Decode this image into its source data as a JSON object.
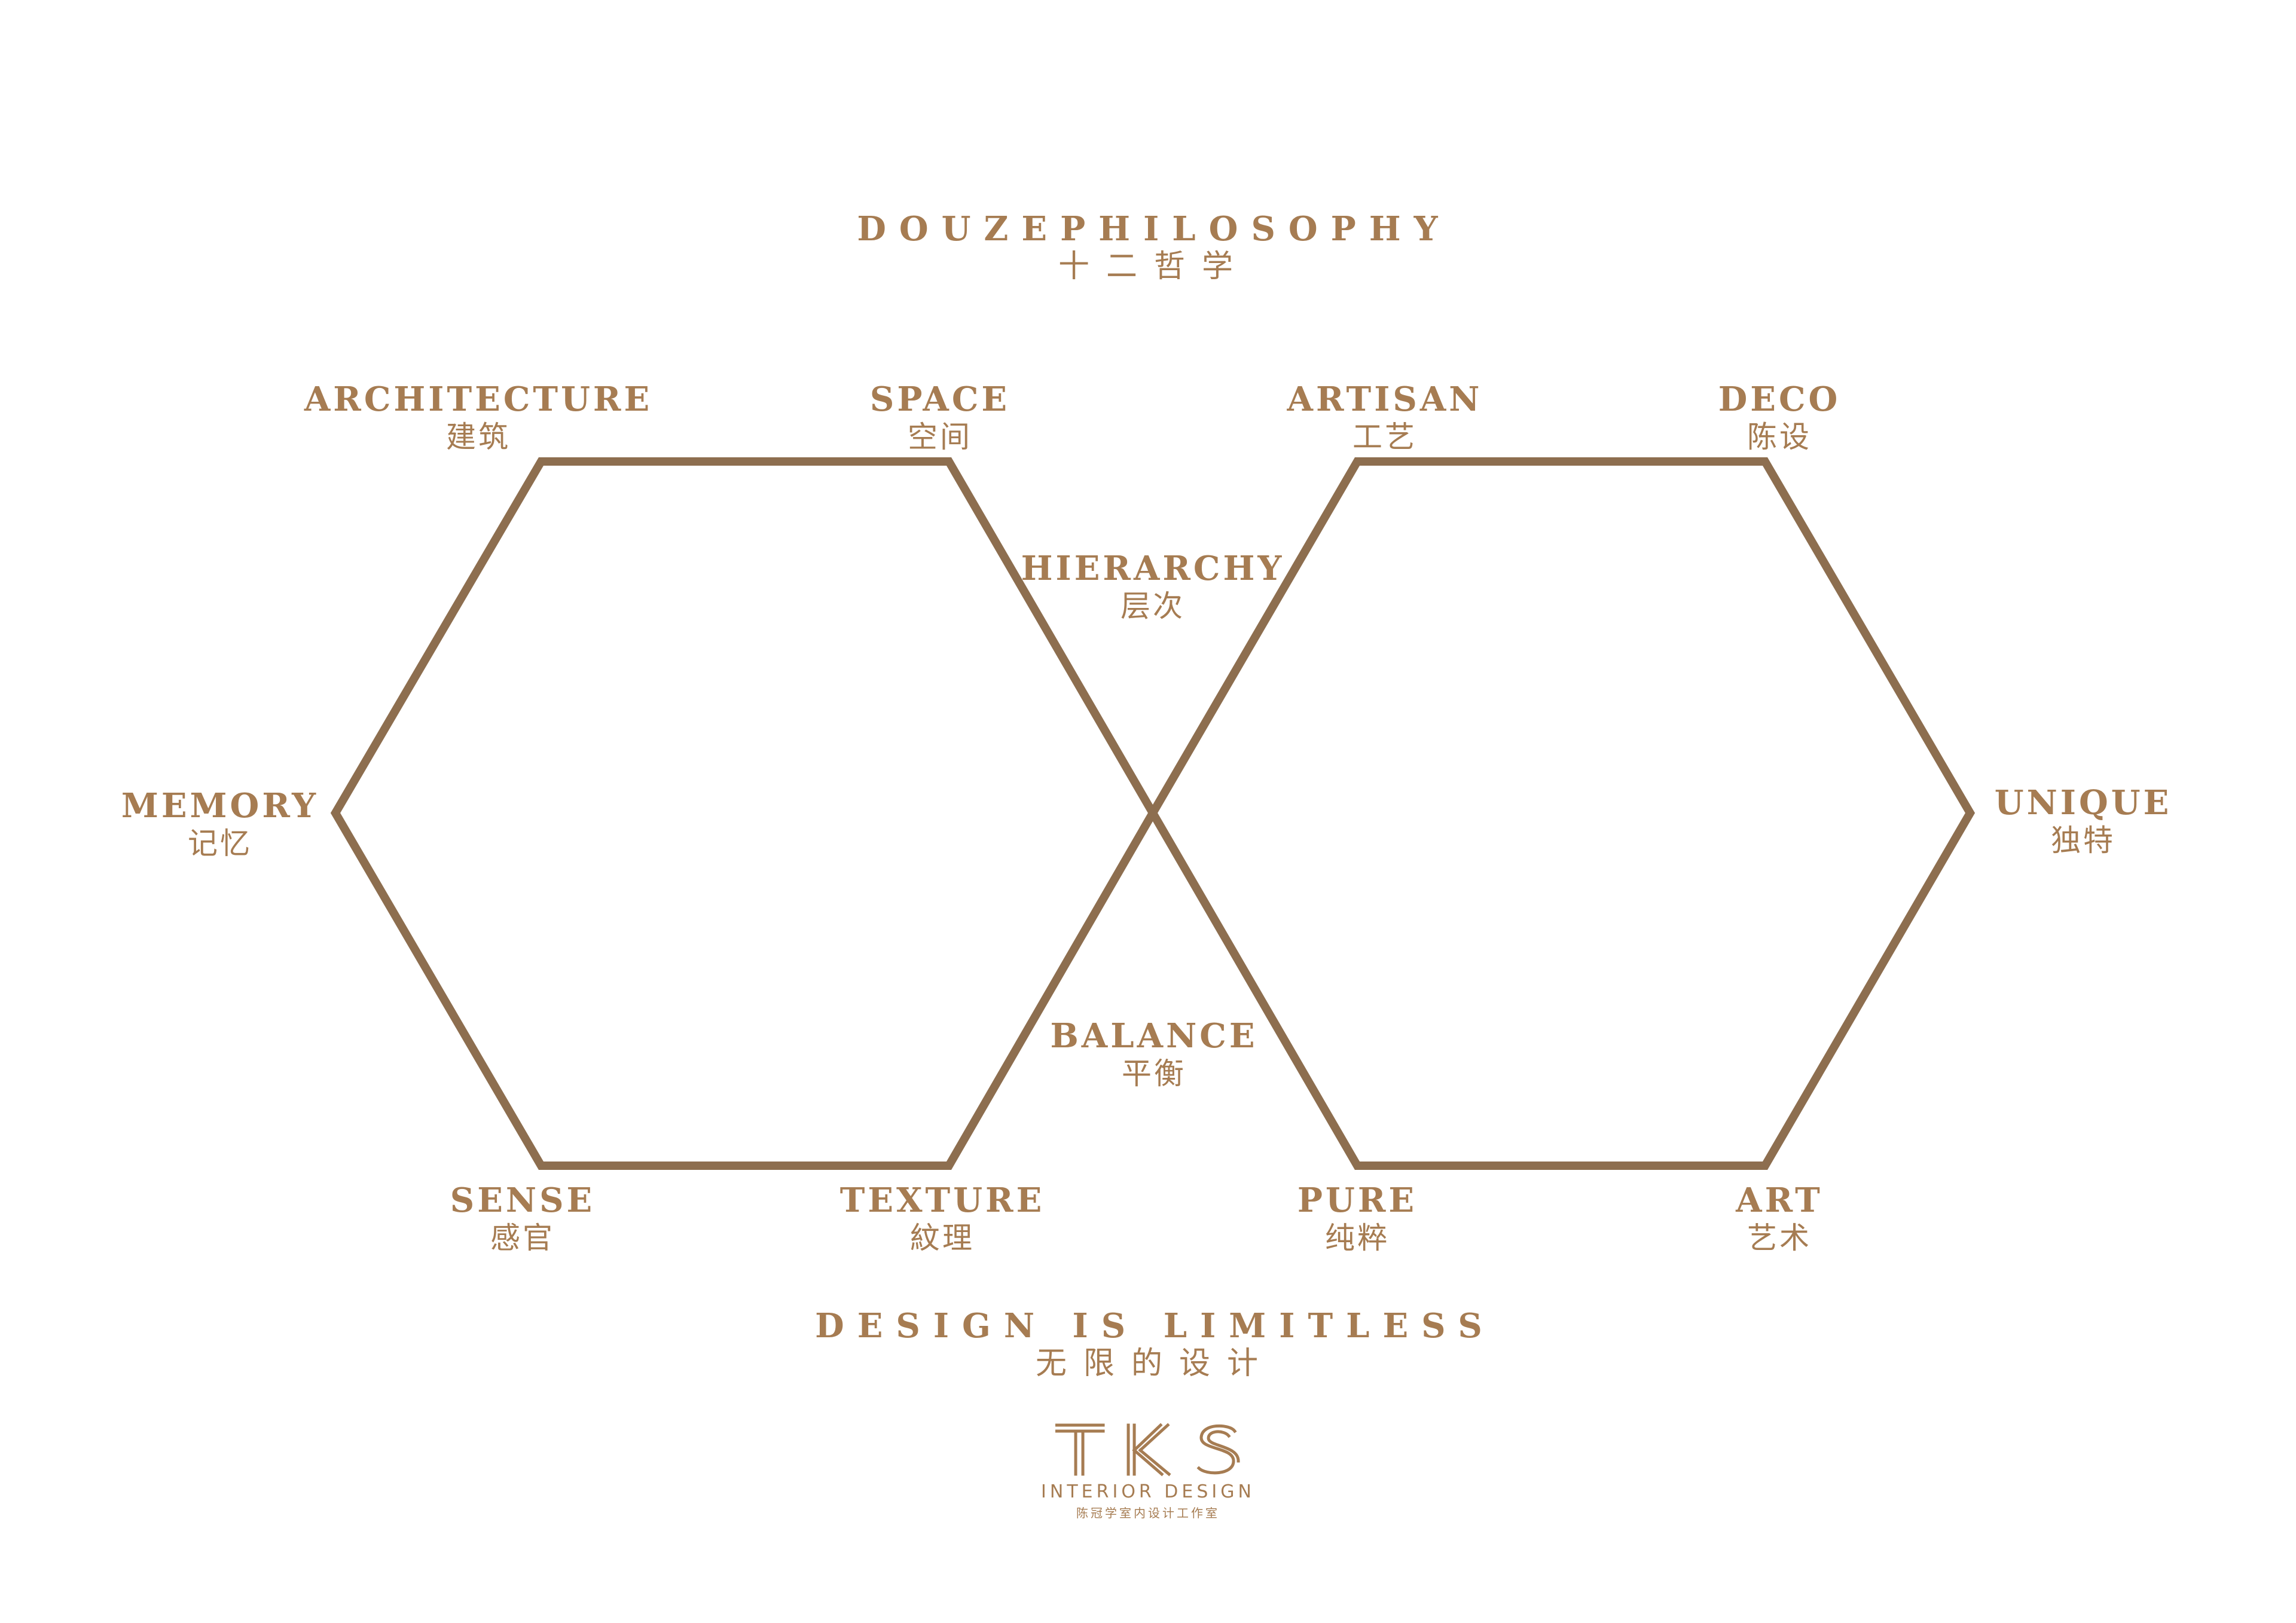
{
  "colors": {
    "accent": "#a67c52",
    "line": "#8d6e4f",
    "background": "#ffffff"
  },
  "header": {
    "title": "DOUZEPHILOSOPHY",
    "title_cn": "十二哲学"
  },
  "nodes": {
    "architecture": {
      "en": "ARCHITECTURE",
      "cn": "建筑"
    },
    "space": {
      "en": "SPACE",
      "cn": "空间"
    },
    "artisan": {
      "en": "ARTISAN",
      "cn": "工艺"
    },
    "deco": {
      "en": "DECO",
      "cn": "陈设"
    },
    "hierarchy": {
      "en": "HIERARCHY",
      "cn": "层次"
    },
    "memory": {
      "en": "MEMORY",
      "cn": "记忆"
    },
    "unique": {
      "en": "UNIQUE",
      "cn": "独特"
    },
    "balance": {
      "en": "BALANCE",
      "cn": "平衡"
    },
    "sense": {
      "en": "SENSE",
      "cn": "感官"
    },
    "texture": {
      "en": "TEXTURE",
      "cn": "紋理"
    },
    "pure": {
      "en": "PURE",
      "cn": "纯粹"
    },
    "art": {
      "en": "ART",
      "cn": "艺术"
    }
  },
  "tagline": {
    "en": "DESIGN IS LIMITLESS",
    "cn": "无限的设计"
  },
  "logo": {
    "mark": "TKS",
    "subtitle": "INTERIOR DESIGN",
    "subtitle_cn": "陈冠学室内设计工作室"
  }
}
